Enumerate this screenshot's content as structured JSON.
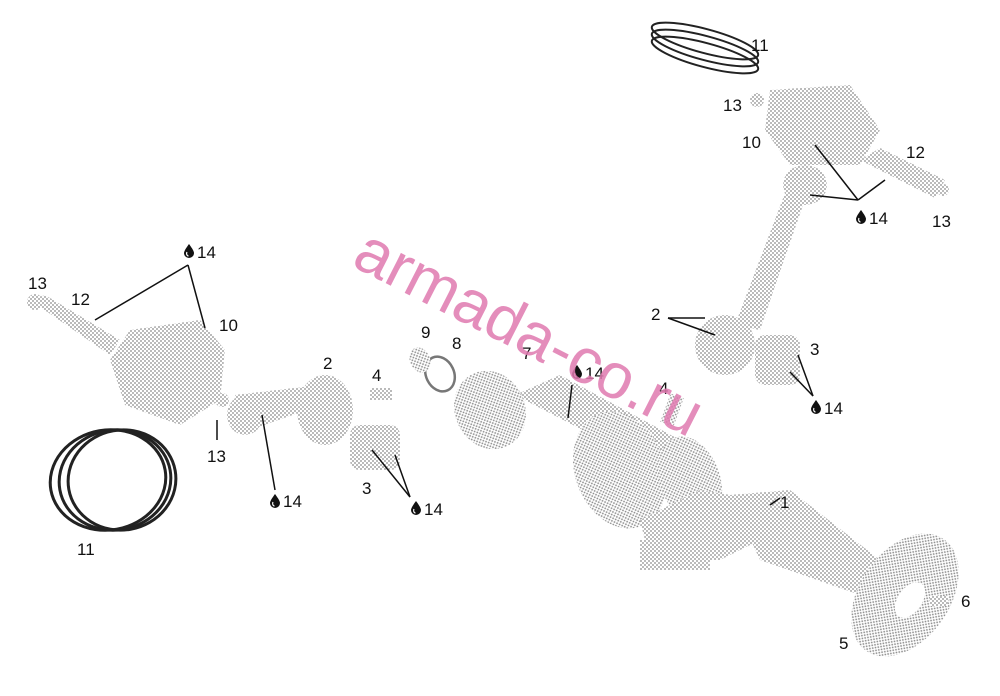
{
  "watermark": "armada-co.ru",
  "oil_icon": "oil-drop-icon",
  "colors": {
    "part_fill": "#bdbdbd",
    "ring_stroke": "#222222",
    "watermark": "#e07ab0",
    "leader": "#111111"
  },
  "labels": {
    "p1": "1",
    "p2a": "2",
    "p2b": "2",
    "p3a": "3",
    "p3b": "3",
    "p4a": "4",
    "p4b": "4",
    "p5": "5",
    "p6": "6",
    "p7": "7",
    "p8": "8",
    "p9": "9",
    "p10a": "10",
    "p10b": "10",
    "p11a": "11",
    "p11b": "11",
    "p12a": "12",
    "p12b": "12",
    "p13a": "13",
    "p13b": "13",
    "p13c": "13",
    "p13d": "13",
    "p14": "14"
  }
}
